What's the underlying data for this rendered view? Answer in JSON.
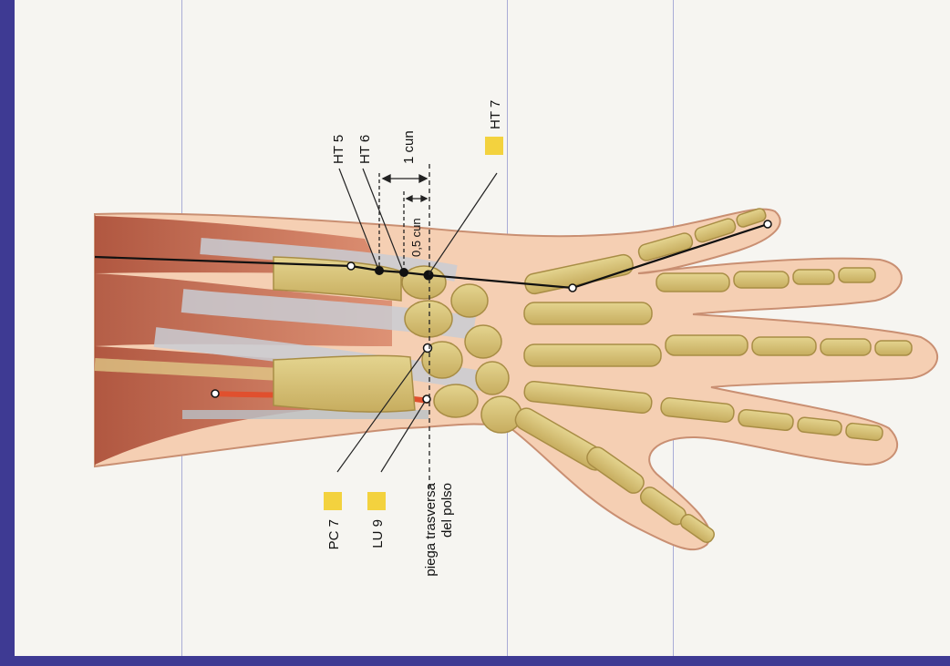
{
  "labels": {
    "ht5": "HT 5",
    "ht6": "HT 6",
    "one_cun": "1 cun",
    "ht7": "HT 7",
    "half_cun": "0,5 cun",
    "pc7": "PC 7",
    "lu9": "LU 9",
    "fold_line1": "piega trasversa",
    "fold_line2": "del polso"
  },
  "colors": {
    "frame": "#3e3a93",
    "paper": "#f6f5f1",
    "point_marker": "#f3d23e",
    "bone": "#d7c37a",
    "skin": "#f5cfb3",
    "muscle": "#b65a3e",
    "tendon": "#c9cdd3",
    "artery": "#e0502e"
  }
}
